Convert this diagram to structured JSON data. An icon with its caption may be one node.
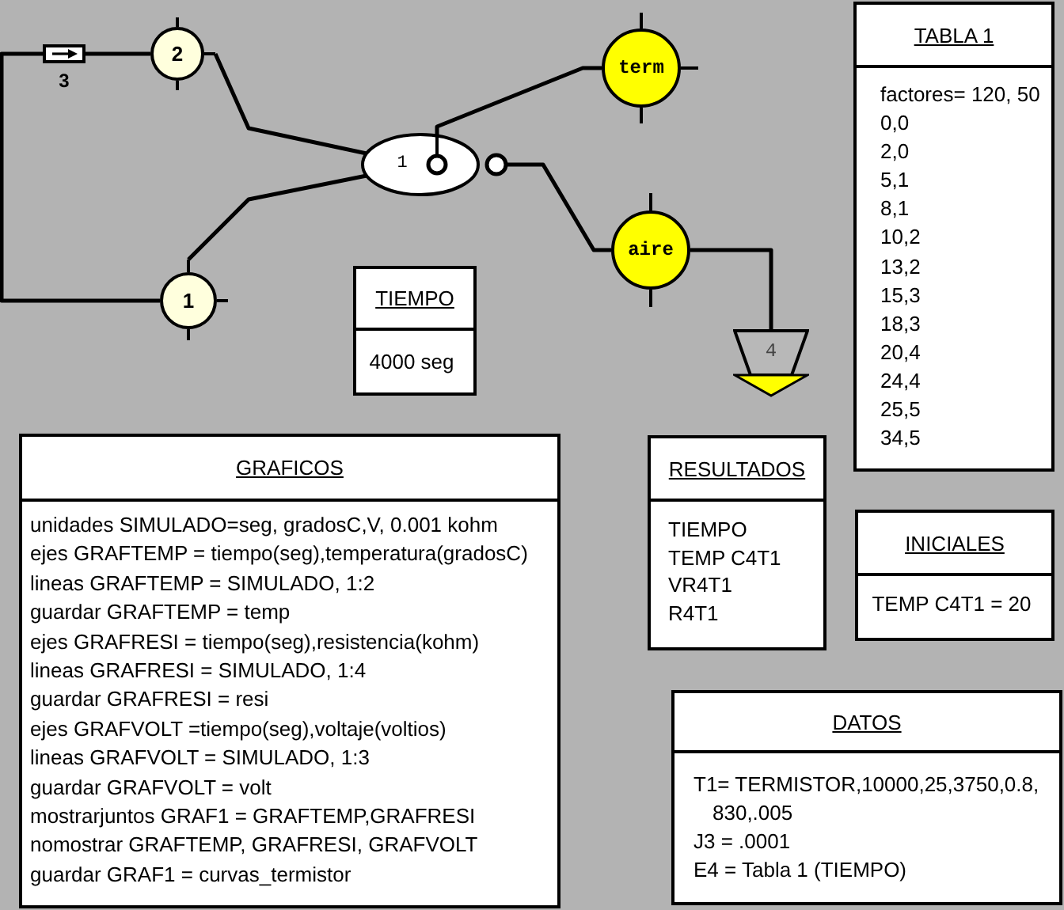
{
  "diagram": {
    "nodes": [
      {
        "text": [],
        "shape": "box",
        "beside": [
          "3"
        ]
      },
      {
        "text": [
          "2"
        ]
      },
      {
        "text": [
          "term"
        ]
      },
      {
        "text": [
          "TABLA 1",
          "factores= 120, 50",
          "0,0",
          "2,0",
          "5,1",
          "8,1",
          "10,2",
          "13,2",
          "15,3",
          "18,3",
          "20,4",
          "24,4",
          "25,5",
          "34,5"
        ]
      },
      {
        "text": [
          "1"
        ]
      },
      {
        "text": [
          "aire"
        ]
      },
      {
        "text": [
          "TIEMPO",
          "4000 seg"
        ]
      },
      {
        "text": [
          "1"
        ]
      },
      {
        "text": [
          "4"
        ]
      },
      {
        "text": [
          "GRAFICOS",
          "unidades SIMULADO=seg, gradosC,V, 0.001 kohm",
          "ejes GRAFTEMP = tiempo(seg),temperatura(gradosC)",
          "lineas GRAFTEMP = SIMULADO, 1:2",
          "guardar GRAFTEMP = temp",
          "ejes GRAFRESI = tiempo(seg),resistencia(kohm)",
          "lineas GRAFRESI = SIMULADO, 1:4",
          "guardar GRAFRESI = resi",
          "ejes GRAFVOLT =tiempo(seg),voltaje(voltios)",
          "lineas GRAFVOLT = SIMULADO, 1:3",
          "guardar GRAFVOLT = volt",
          "mostrarjuntos GRAF1 = GRAFTEMP,GRAFRESI",
          "nomostrar GRAFTEMP, GRAFRESI, GRAFVOLT",
          "guardar GRAF1 = curvas_termistor"
        ]
      },
      {
        "text": [
          "RESULTADOS",
          "TIEMPO",
          "TEMP C4T1",
          "VR4T1",
          "R4T1"
        ]
      },
      {
        "text": [
          "INICIALES",
          "TEMP C4T1 = 20"
        ]
      },
      {
        "text": [
          "DATOS",
          "T1= TERMISTOR,10000,25,3750,0.8, 830,.005",
          "J3 = .0001",
          "E4 = Tabla 1 (TIEMPO)"
        ]
      }
    ],
    "edges": [
      {
        "from": 0,
        "to": 1,
        "arrow": "none"
      },
      {
        "from": 0,
        "to": 7,
        "arrow": "none"
      },
      {
        "from": 1,
        "to": 4,
        "arrow": "none"
      },
      {
        "from": 7,
        "to": 4,
        "arrow": "none"
      },
      {
        "from": 4,
        "to": 2,
        "arrow": "none"
      },
      {
        "from": 4,
        "to": 5,
        "arrow": "none"
      },
      {
        "from": 5,
        "to": 8,
        "arrow": "none"
      }
    ]
  }
}
